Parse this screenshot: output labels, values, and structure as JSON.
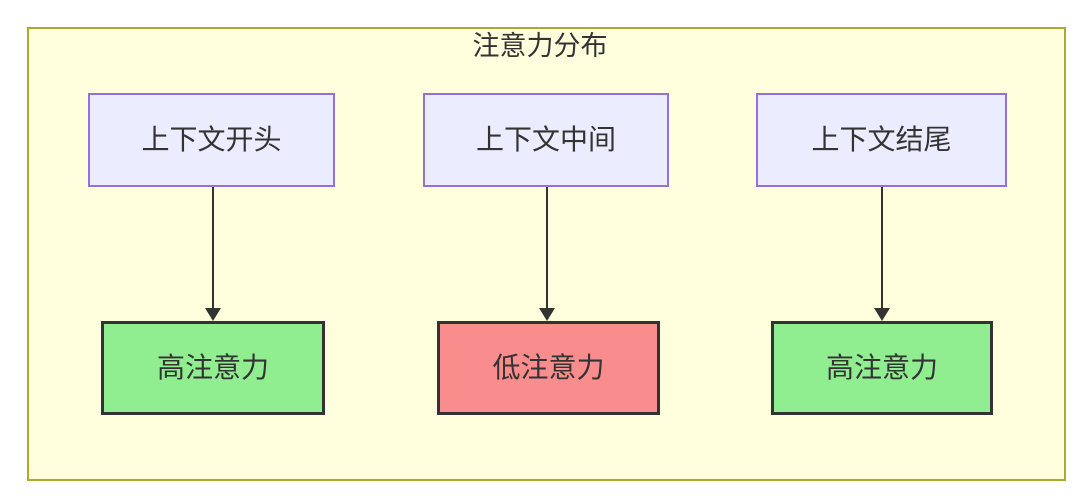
{
  "diagram": {
    "type": "flowchart",
    "title": "注意力分布",
    "nodes": {
      "top": [
        {
          "id": "context-start",
          "label": "上下文开头"
        },
        {
          "id": "context-middle",
          "label": "上下文中间"
        },
        {
          "id": "context-end",
          "label": "上下文结尾"
        }
      ],
      "bottom": [
        {
          "id": "high-attention-1",
          "label": "高注意力",
          "state": "high"
        },
        {
          "id": "low-attention",
          "label": "低注意力",
          "state": "low"
        },
        {
          "id": "high-attention-2",
          "label": "高注意力",
          "state": "high"
        }
      ]
    },
    "edges": [
      {
        "from": "上下文开头",
        "to": "高注意力"
      },
      {
        "from": "上下文中间",
        "to": "低注意力"
      },
      {
        "from": "上下文结尾",
        "to": "高注意力"
      }
    ],
    "colors": {
      "container_fill": "#ffffde",
      "container_border": "#aaaa33",
      "node_fill": "#ececff",
      "node_border": "#9370db",
      "high_fill": "#90ee90",
      "low_fill": "#f98d8d",
      "state_border": "#333333",
      "arrow": "#333333",
      "text": "#333333"
    }
  }
}
